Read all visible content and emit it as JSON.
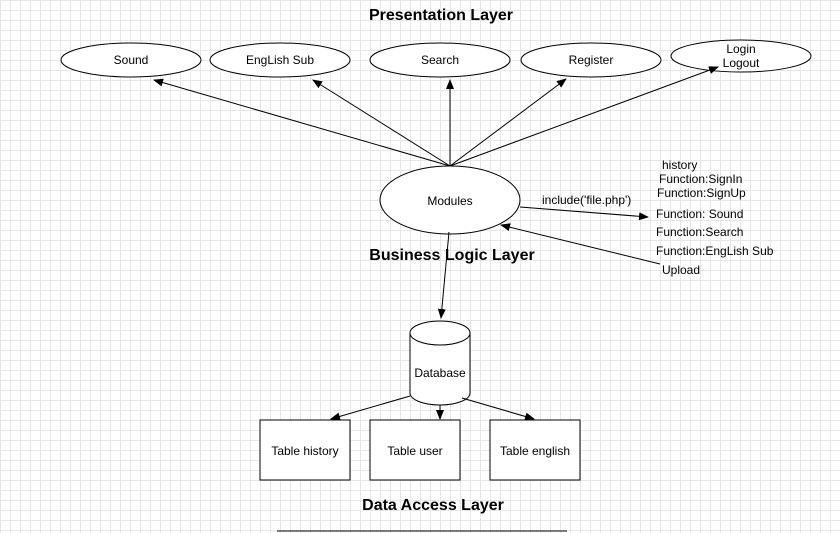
{
  "titles": {
    "presentation": "Presentation Layer",
    "business": "Business Logic Layer",
    "data_access": "Data Access Layer"
  },
  "presentation_nodes": {
    "sound": "Sound",
    "english_sub": "EngLish Sub",
    "search": "Search",
    "register": "Register",
    "login": "Login",
    "logout": "Logout"
  },
  "modules": "Modules",
  "include_label": "include('file.php')",
  "functions": {
    "history": "history",
    "signin": "Function:SignIn",
    "signup": "Function:SignUp",
    "sound": "Function: Sound",
    "search": "Function:Search",
    "english_sub": "Function:EngLish Sub",
    "upload": "Upload"
  },
  "database": "Database",
  "tables": {
    "history": "Table history",
    "user": "Table user",
    "english": "Table english"
  }
}
